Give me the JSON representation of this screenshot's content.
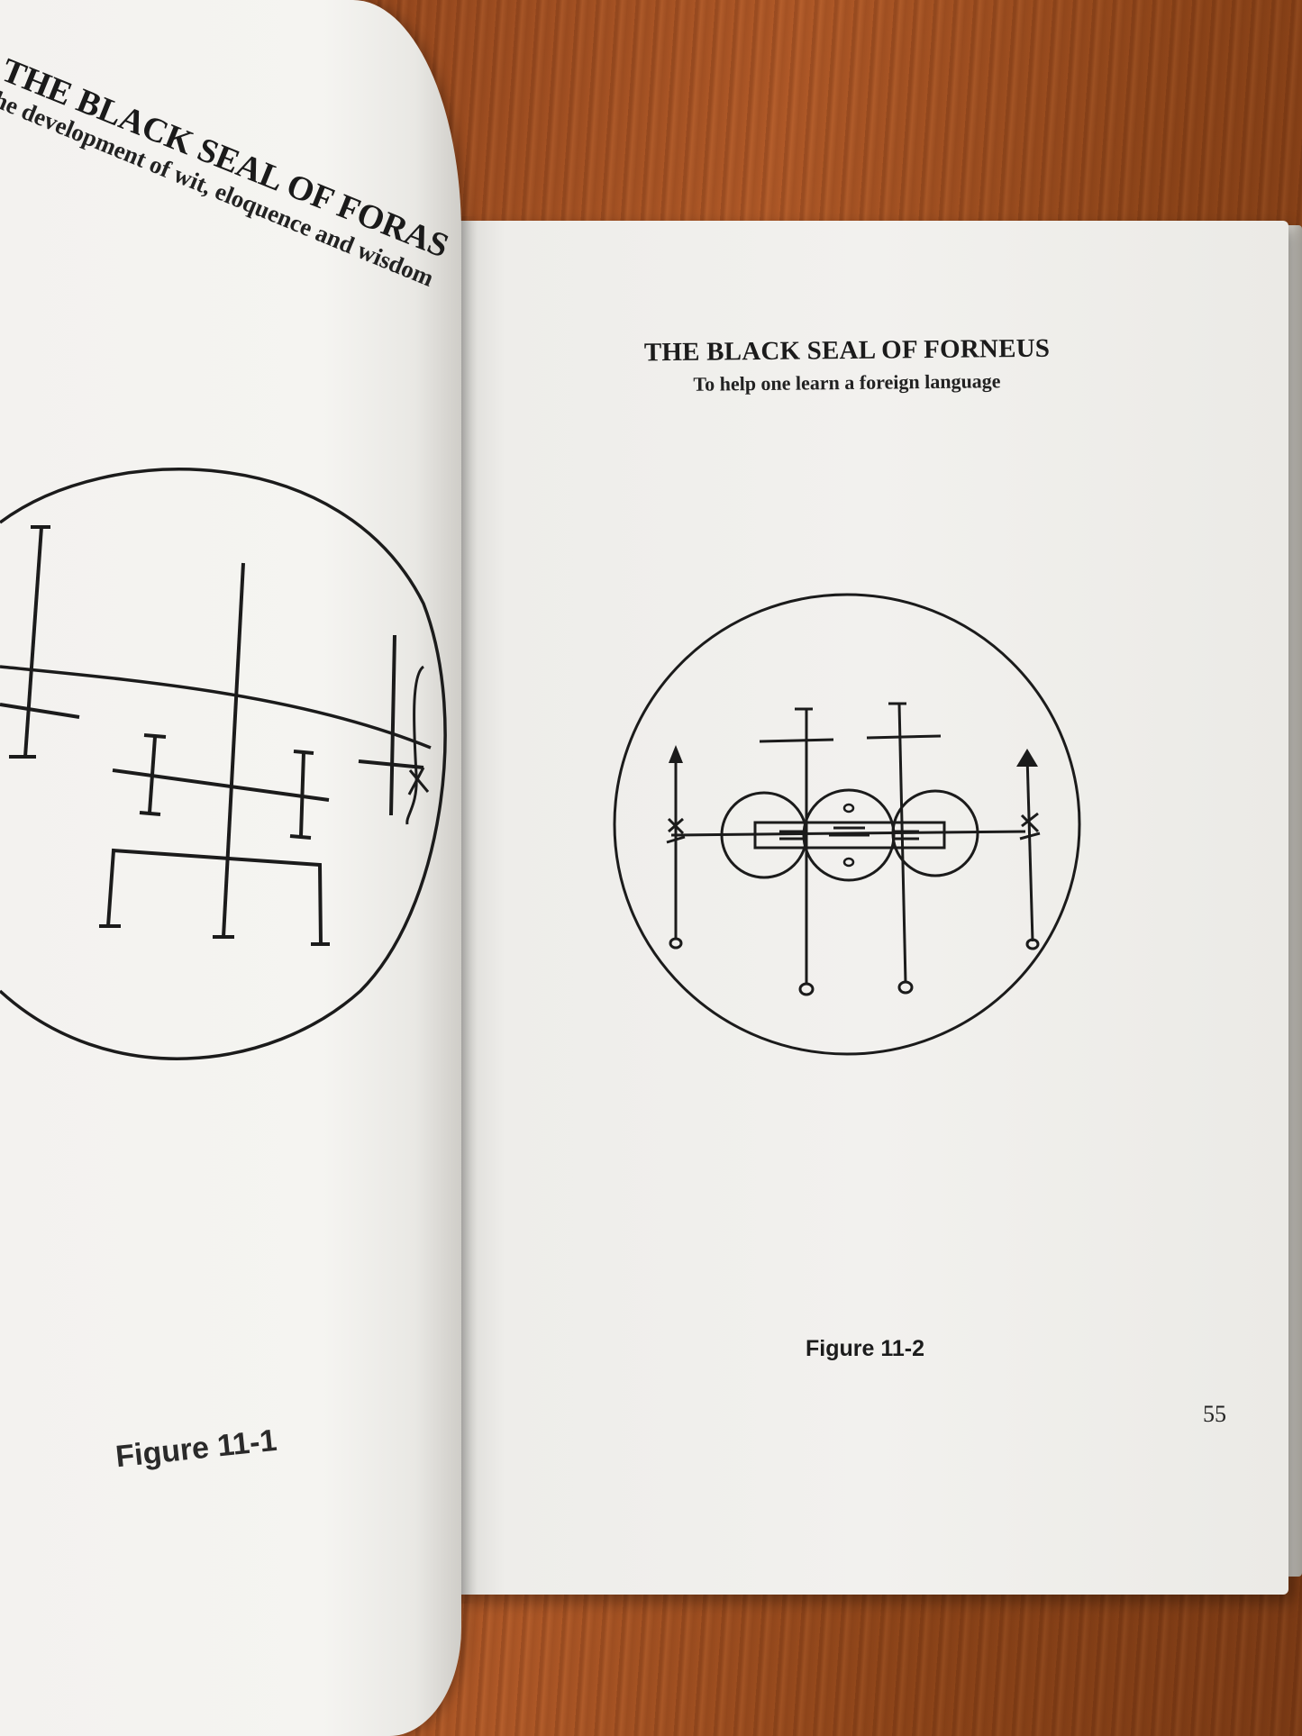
{
  "left_page": {
    "title": "THE BLACK SEAL OF FORAS",
    "subtitle": "he development of wit, eloquence and wisdom",
    "figure_label": "Figure 11-1"
  },
  "right_page": {
    "title": "THE BLACK SEAL OF FORNEUS",
    "subtitle": "To help one learn a foreign language",
    "figure_label": "Figure 11-2",
    "page_number": "55"
  },
  "colors": {
    "wood": "#9a4b1f",
    "paper": "#f2f1ee",
    "ink": "#1b1b1b"
  }
}
